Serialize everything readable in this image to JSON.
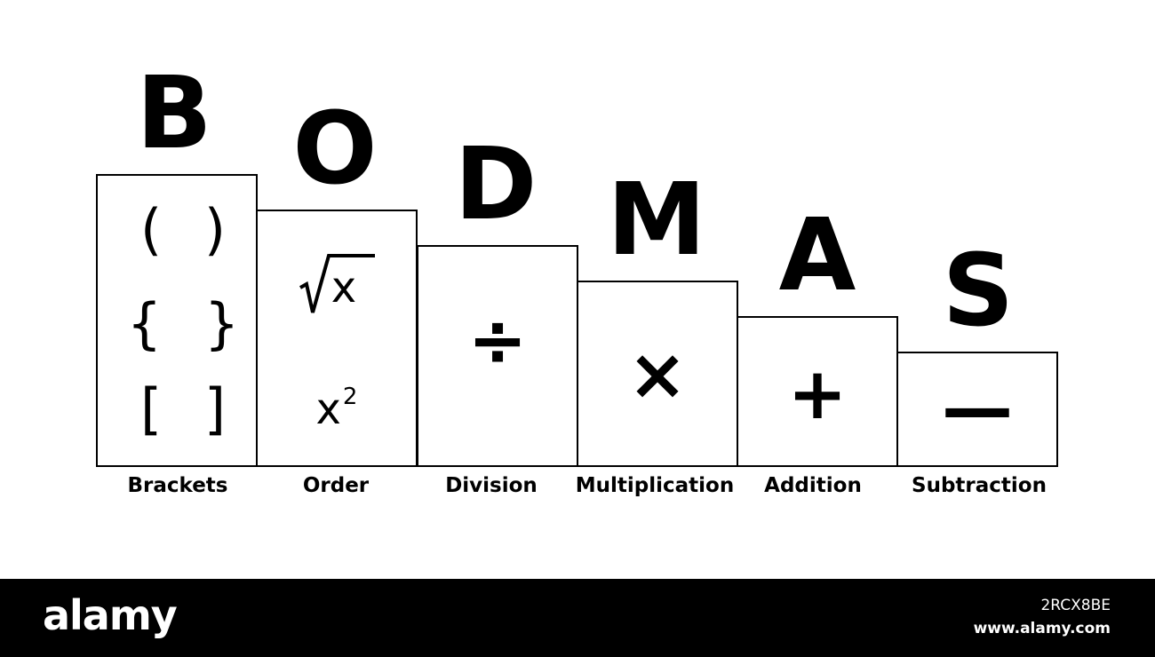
{
  "steps": [
    {
      "letter": "B",
      "label": "Brackets",
      "symbols": {
        "parentheses": "( )",
        "braces": "{ }",
        "square_brackets": "[ ]"
      }
    },
    {
      "letter": "O",
      "label": "Order",
      "symbols": {
        "root_var": "x",
        "power_base": "x",
        "power_exp": "2"
      }
    },
    {
      "letter": "D",
      "label": "Division",
      "symbols": {
        "op": "÷"
      }
    },
    {
      "letter": "M",
      "label": "Multiplication",
      "symbols": {
        "op": "×"
      }
    },
    {
      "letter": "A",
      "label": "Addition",
      "symbols": {
        "op": "+"
      }
    },
    {
      "letter": "S",
      "label": "Subtraction",
      "symbols": {
        "op": "—"
      }
    }
  ],
  "footer": {
    "brand": "alamy",
    "image_id": "2RCX8BE",
    "site": "www.alamy.com"
  },
  "colors": {
    "ink": "#000000",
    "background": "#ffffff",
    "footer_bg": "#000000",
    "footer_text": "#ffffff"
  }
}
